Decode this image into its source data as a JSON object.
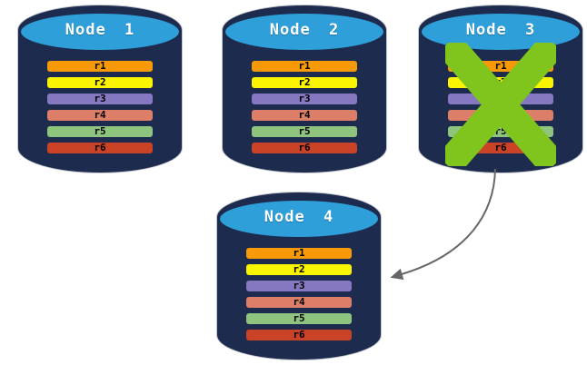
{
  "background_color": "#FFFFFF",
  "cylinder": {
    "body_color": "#1C2B4E",
    "cap_color": "#2F9FD9",
    "title_color": "#FFFFFF"
  },
  "nodes": [
    {
      "title": "Node 1"
    },
    {
      "title": "Node 2"
    },
    {
      "title": "Node 3"
    },
    {
      "title": "Node 4"
    }
  ],
  "rows": [
    {
      "label": "r1",
      "color": "#F89A07"
    },
    {
      "label": "r2",
      "color": "#FAF400"
    },
    {
      "label": "r3",
      "color": "#8678C0"
    },
    {
      "label": "r4",
      "color": "#DD7E68"
    },
    {
      "label": "r5",
      "color": "#8EC47E"
    },
    {
      "label": "r6",
      "color": "#CA4327"
    }
  ],
  "annotations": {
    "failure_x_icon": {
      "node": "Node 3",
      "color": "#80C41E"
    },
    "replication_arrow": {
      "from": "Node 3",
      "to": "Node 4",
      "color": "#666666"
    }
  }
}
